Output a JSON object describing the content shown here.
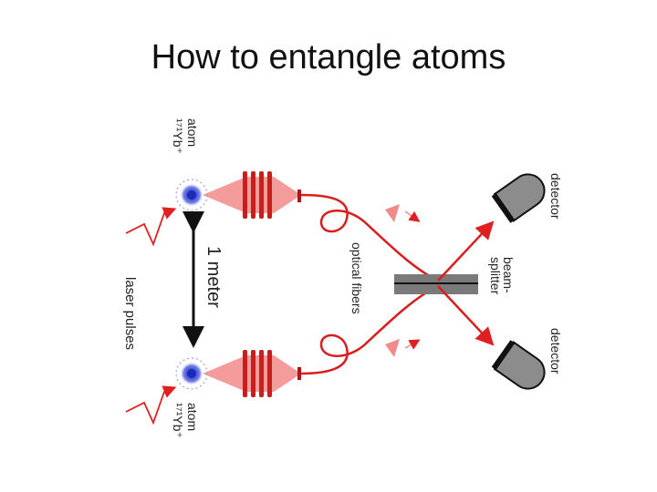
{
  "slide": {
    "title": "How to entangle atoms"
  },
  "diagram": {
    "labels": {
      "atom_top": [
        "¹⁷¹Yb⁺",
        "atom"
      ],
      "atom_bottom": [
        "¹⁷¹Yb⁺",
        "atom"
      ],
      "distance": "1 meter",
      "laser": "laser pulses",
      "fibers": "optical fibers",
      "splitter": [
        "beam-",
        "splitter"
      ],
      "detector_top": "detector",
      "detector_bottom": "detector"
    },
    "colors": {
      "laser_red": "#e02020",
      "beam_pink": "#f28a8a",
      "lens_red": "#c81e1e",
      "splitter_gray": "#7a7a7a",
      "detector_gray": "#8c8c8c"
    }
  }
}
